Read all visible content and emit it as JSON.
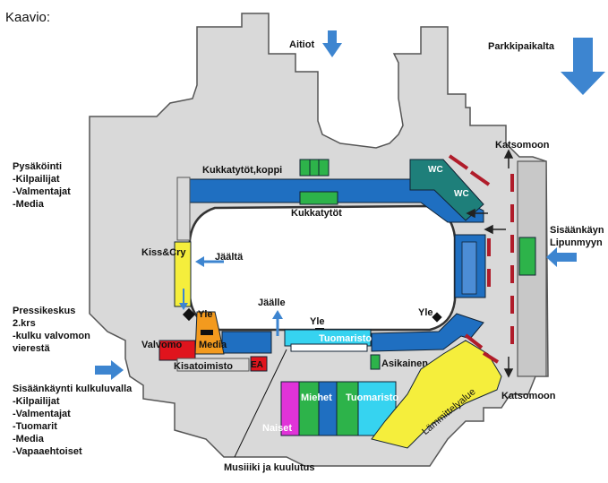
{
  "title": "Kaavio:",
  "labels": {
    "aitiot": "Aitiot",
    "parkki": "Parkkipaikalta",
    "katsomoon_top": "Katsomoon",
    "katsomoon_bottom": "Katsomoon",
    "pysakointi": [
      "Pysäköinti",
      "-Kilpailijat",
      "-Valmentajat",
      "-Media"
    ],
    "sisaankaynti_right": [
      "Sisäänkäyn",
      "Lipunmyyn"
    ],
    "pressikeskus": [
      "Pressikeskus",
      "2.krs",
      "-kulku valvomon",
      "vierestä"
    ],
    "sisaankaynti_left": [
      "Sisäänkäynti kulkuluvalla",
      "-Kilpailijat",
      "-Valmentajat",
      "-Tuomarit",
      "-Media",
      "-Vapaaehtoiset"
    ],
    "kukkatytot_koppi": "Kukkatytöt,koppi",
    "kukkatytot": "Kukkatytöt",
    "wc1": "WC",
    "wc2": "WC",
    "kiss_cry": "Kiss&Cry",
    "jaalta": "Jäältä",
    "jaalle": "Jäälle",
    "yle_left": "Yle",
    "yle_mid": "Yle",
    "yle_right": "Yle",
    "valvomo": "Valvomo",
    "media": "Media",
    "tuomaristo_bar": "Tuomaristo",
    "kisatoimisto": "Kisatoimisto",
    "ea": "EA",
    "asikainen": "Asikainen",
    "miehet": "Miehet",
    "tuomaristo_room": "Tuomaristo",
    "naiset": "Naiset",
    "lammittelyalue": "Lämmittelyalue",
    "musiikki": "Musiiiki ja kuulutus"
  },
  "colors": {
    "building": "#d9d9d9",
    "corridor_blue": "#1f6fc1",
    "teal": "#1e7f7a",
    "green": "#2db34a",
    "yellow": "#f5ee3c",
    "orange": "#f39a1e",
    "red": "#e0141d",
    "cyan": "#36d3f0",
    "magenta": "#e033d8",
    "arrow_blue": "#3d85d0",
    "dash_red": "#b01c2a"
  }
}
